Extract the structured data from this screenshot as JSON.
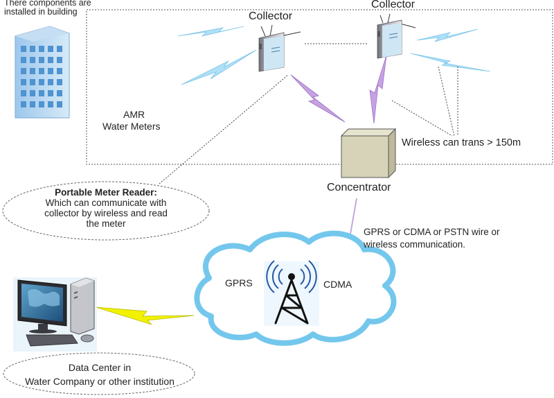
{
  "building_note": {
    "line1": "There components are",
    "line2": "installed in building"
  },
  "collectors": [
    {
      "label": "Collector"
    },
    {
      "label": "Collector"
    }
  ],
  "meters": {
    "line1": "AMR",
    "line2": "Water Meters"
  },
  "wireless_note": "Wireless can trans > 150m",
  "concentrator": {
    "label": "Concentrator"
  },
  "reader": {
    "title": "Portable Meter Reader:",
    "line1": "Which can communicate with",
    "line2": "collector by wireless and read",
    "line3": "the meter"
  },
  "comm_note": {
    "line1": "GPRS or CDMA or PSTN wire or",
    "line2": "wireless communication."
  },
  "cloud": {
    "left": "GPRS",
    "right": "CDMA"
  },
  "datacenter": {
    "line1": "Data Center in",
    "line2": "Water Company or other institution"
  },
  "colors": {
    "wireless_blue": "#aee0f8",
    "uplink_purple": "#b68ad4",
    "cloud_blue": "#74c7ec",
    "link_yellow": "#f2f200",
    "concentrator": "#d7d3b8"
  }
}
